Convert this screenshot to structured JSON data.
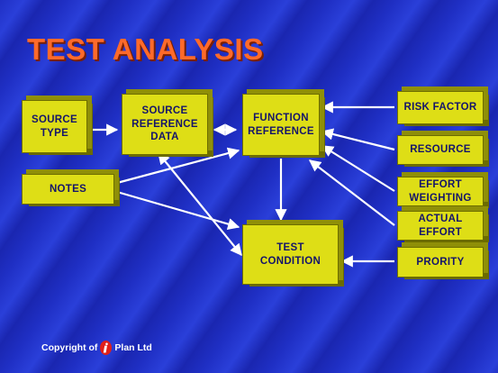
{
  "title": "TEST ANALYSIS",
  "footer": {
    "prefix": "Copyright of",
    "company": "Plan Ltd",
    "logo_icon": "i-logo-icon"
  },
  "colors": {
    "background": "#1f2fc4",
    "title": "#ff6a2a",
    "box_fill": "#dede16",
    "box_text": "#15156a",
    "arrow": "#ffffff"
  },
  "nodes": {
    "source_type": "SOURCE\nTYPE",
    "source_reference_data": "SOURCE\nREFERENCE\nDATA",
    "function_reference": "FUNCTION\nREFERENCE",
    "risk_factor": "RISK FACTOR",
    "resource": "RESOURCE",
    "effort_weighting": "EFFORT\nWEIGHTING",
    "actual_effort": "ACTUAL\nEFFORT",
    "notes": "NOTES",
    "test_condition": "TEST\nCONDITION",
    "prority": "PRORITY"
  }
}
